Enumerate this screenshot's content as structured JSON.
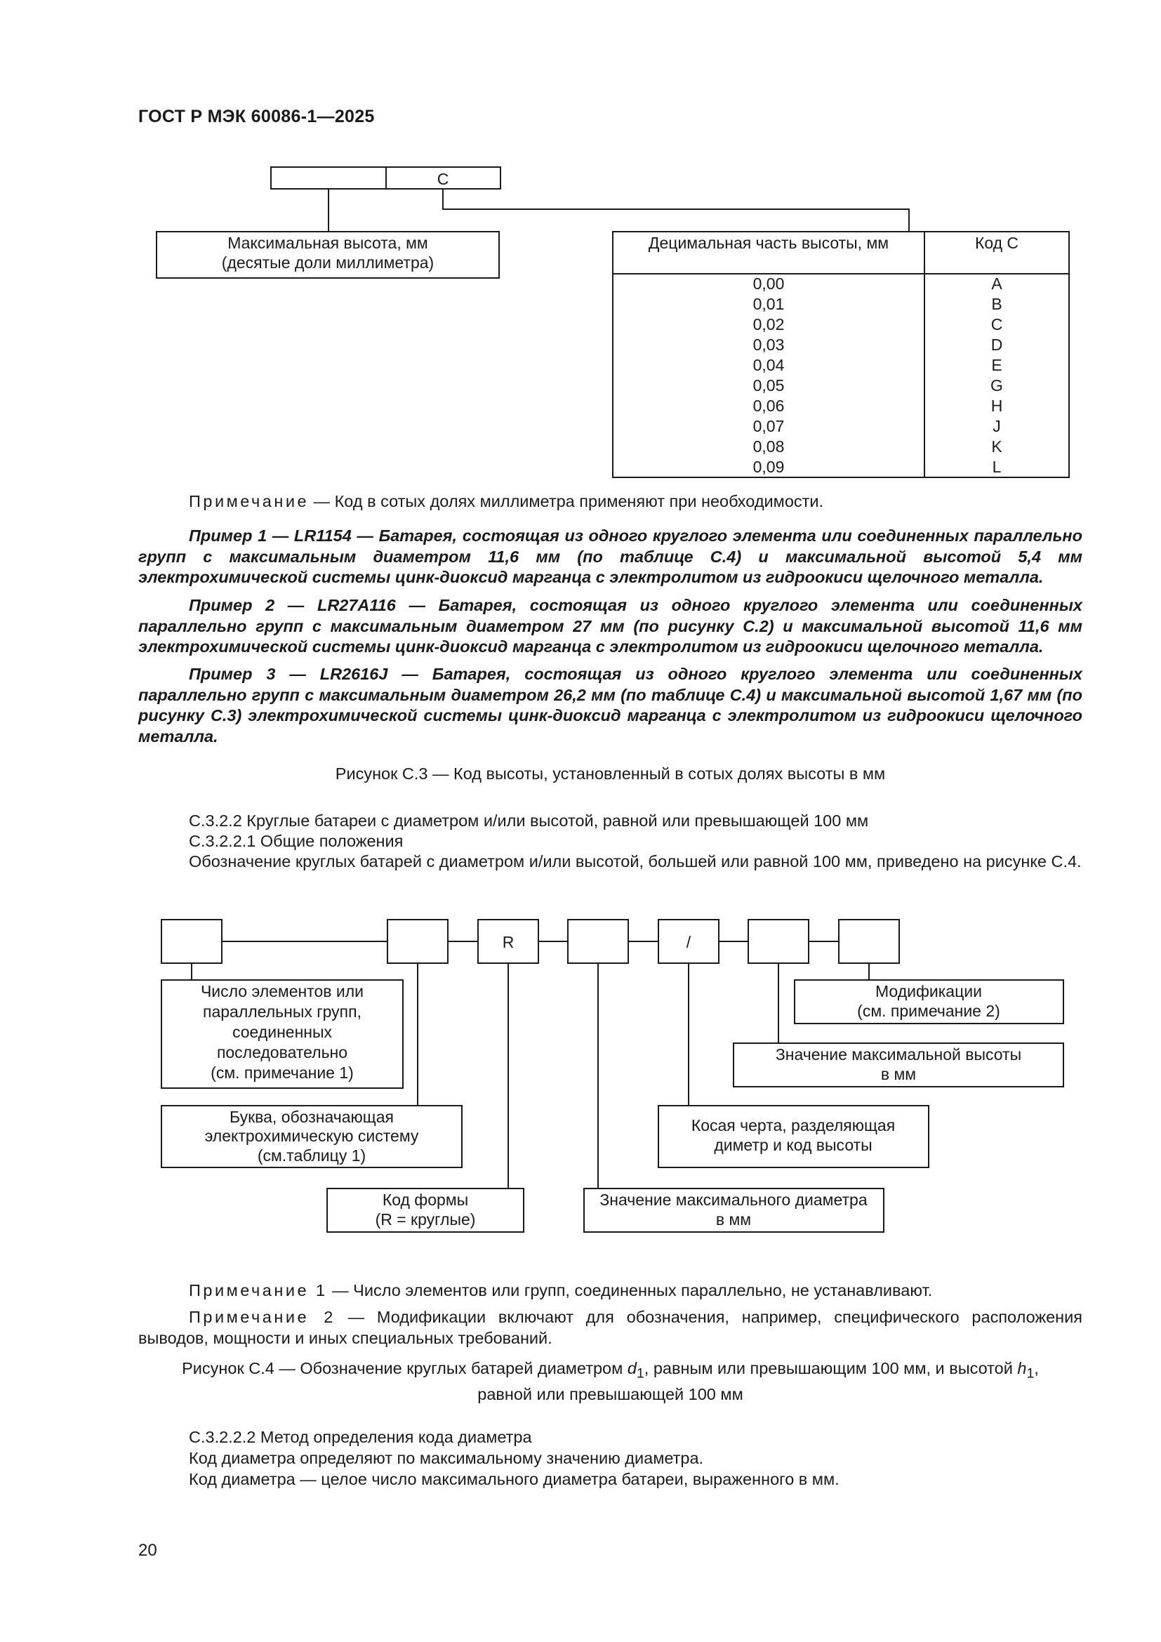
{
  "header": {
    "title": "ГОСТ Р МЭК 60086-1—2025"
  },
  "figure_c3": {
    "code_letter": "C",
    "left_box": [
      "Максимальная высота, мм",
      "(десятые доли миллиметра)"
    ],
    "table": {
      "col1_header": "Децимальная часть высоты, мм",
      "col2_header": "Код C",
      "rows": [
        [
          "0,00",
          "A"
        ],
        [
          "0,01",
          "B"
        ],
        [
          "0,02",
          "C"
        ],
        [
          "0,03",
          "D"
        ],
        [
          "0,04",
          "E"
        ],
        [
          "0,05",
          "G"
        ],
        [
          "0,06",
          "H"
        ],
        [
          "0,07",
          "J"
        ],
        [
          "0,08",
          "K"
        ],
        [
          "0,09",
          "L"
        ]
      ]
    },
    "note": {
      "label": "Примечание",
      "text": " — Код в сотых долях миллиметра применяют при необходимости."
    },
    "examples": [
      "Пример 1 — LR1154 — Батарея, состоящая из одного круглого элемента или соединенных параллельно групп с максимальным диаметром 11,6 мм (по таблице С.4) и максимальной высотой 5,4 мм электрохимической системы цинк-диоксид марганца с электролитом из гидроокиси щелочного металла.",
      "Пример 2 — LR27A116 — Батарея, состоящая из одного круглого элемента или соединенных параллельно групп с максимальным диаметром 27 мм (по рисунку С.2) и максимальной высотой 11,6 мм электрохимической системы цинк-диоксид марганца с электролитом из гидроокиси щелочного металла.",
      "Пример 3 — LR2616J — Батарея, состоящая из одного круглого элемента или соединенных параллельно групп с максимальным диаметром 26,2 мм (по таблице С.4) и максимальной высотой 1,67 мм (по рисунку С.3) электрохимической системы цинк-диоксид марганца с электролитом из гидроокиси щелочного металла."
    ],
    "caption": "Рисунок С.3 — Код высоты, установленный в сотых долях высоты в мм"
  },
  "section": {
    "heading1": "С.3.2.2  Круглые батареи с диаметром и/или высотой, равной или превышающей 100 мм",
    "heading2": "С.3.2.2.1  Общие положения",
    "para": "Обозначение круглых батарей с диаметром и/или высотой, большей или равной 100 мм, приведено на рисунке С.4."
  },
  "figure_c4": {
    "box_r": "R",
    "box_slash": "/",
    "labels": {
      "count": [
        "Число элементов или",
        "параллельных групп,",
        "соединенных",
        "последовательно",
        "(см. примечание 1)"
      ],
      "letter": [
        "Буква, обозначающая",
        "электрохимическую систему",
        "(см.таблицу 1)"
      ],
      "shape": [
        "Код формы",
        "(R = круглые)"
      ],
      "diameter": [
        "Значение максимального диаметра",
        "в мм"
      ],
      "slash": [
        "Косая черта, разделяющая",
        "диметр и код высоты"
      ],
      "height": [
        "Значение максимальной высоты",
        "в мм"
      ],
      "mods": [
        "Модификации",
        "(см. примечание 2)"
      ]
    },
    "notes": [
      {
        "label": "Примечание 1",
        "text": " — Число элементов или групп, соединенных параллельно, не устанавливают."
      },
      {
        "label": "Примечание 2",
        "text": " — Модификации включают для обозначения, например, специфического расположения выводов, мощности и иных специальных требований."
      }
    ],
    "caption": {
      "part1": "Рисунок С.4 — Обозначение круглых батарей диаметром ",
      "d": "d",
      "d_sub": "1",
      "part2": ", равным или превышающим 100 мм, и высотой ",
      "h": "h",
      "h_sub": "1",
      "part3": ",",
      "line2": "равной или превышающей 100 мм"
    }
  },
  "section2": {
    "heading": "С.3.2.2.2  Метод определения кода диаметра",
    "line1": "Код диаметра определяют по максимальному значению диаметра.",
    "line2": "Код диаметра — целое число максимального диаметра батареи, выраженного в мм."
  },
  "footer": {
    "page_number": "20"
  }
}
